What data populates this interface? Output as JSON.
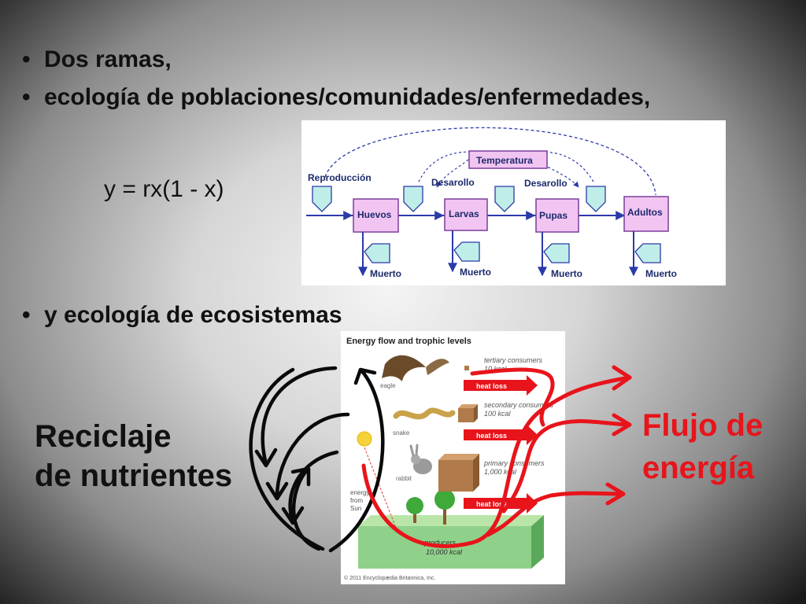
{
  "slide": {
    "bullets": [
      "Dos ramas,",
      "ecología de poblaciones/comunidades/enfermedades,"
    ],
    "bullet_dot": "•",
    "equation": "y = rx(1 - x)",
    "bullet_ecosystems": "y ecología de ecosistemas",
    "nutrient_label_line1": "Reciclaje",
    "nutrient_label_line2": "de nutrientes",
    "energy_label_line1": "Flujo de",
    "energy_label_line2": "energía"
  },
  "population_diagram": {
    "stages": [
      "Huevos",
      "Larvas",
      "Pupas",
      "Adultos"
    ],
    "reproduction": "Reproducción",
    "temperature": "Temperatura",
    "development": [
      "Desarollo",
      "Desarollo"
    ],
    "death": [
      "Muerto",
      "Muerto",
      "Muerto",
      "Muerto"
    ]
  },
  "energy_diagram": {
    "title": "Energy flow and trophic levels",
    "levels": [
      {
        "animal": "eagle",
        "name": "tertiary consumers",
        "kcal": "10 kcal"
      },
      {
        "animal": "snake",
        "name": "secondary consumers",
        "kcal": "100 kcal"
      },
      {
        "animal": "rabbit",
        "name": "primary consumers",
        "kcal": "1,000 kcal"
      },
      {
        "animal": "",
        "name": "producers",
        "kcal": "10,000 kcal"
      }
    ],
    "heat_loss": "heat loss",
    "energy_text": [
      "energy",
      "from",
      "Sun"
    ],
    "copyright": "© 2011 Encyclopædia Britannica, Inc."
  },
  "colors": {
    "accent_red": "#e8141b",
    "stage_box": "#f2c4f2",
    "stage_border": "#7a3f9a",
    "valve": "#bfeee9",
    "flow_blue": "#2c3aa8",
    "producers_green": "#8fd18a",
    "cube_brown": "#b07a4a"
  }
}
